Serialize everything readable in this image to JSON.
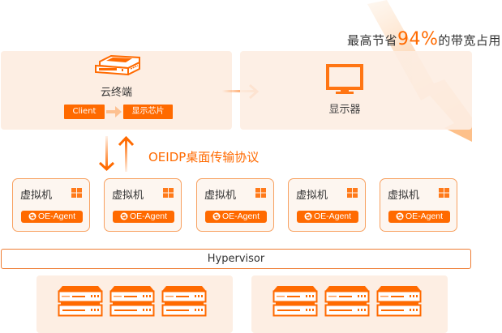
{
  "colors": {
    "accent": "#ff6a00",
    "panel_bg": "#fdeee3",
    "vm_border": "#f8a160",
    "text": "#333333"
  },
  "headline": {
    "prefix": "最高节省",
    "percent": "94%",
    "suffix": "的带宽占用"
  },
  "cloud_terminal": {
    "icon": "thin-client-device-icon",
    "label": "云终端",
    "flow": [
      {
        "label": "Client"
      },
      {
        "label": "显示芯片"
      }
    ]
  },
  "display": {
    "icon": "monitor-icon",
    "label": "显示器"
  },
  "protocol": {
    "label": "OEIDP桌面传输协议"
  },
  "vms": [
    {
      "label": "虚拟机",
      "os_icon": "windows-icon",
      "agent": "OE-Agent"
    },
    {
      "label": "虚拟机",
      "os_icon": "windows-icon",
      "agent": "OE-Agent"
    },
    {
      "label": "虚拟机",
      "os_icon": "windows-icon",
      "agent": "OE-Agent"
    },
    {
      "label": "虚拟机",
      "os_icon": "windows-icon",
      "agent": "OE-Agent"
    },
    {
      "label": "虚拟机",
      "os_icon": "windows-icon",
      "agent": "OE-Agent"
    }
  ],
  "hypervisor": {
    "label": "Hypervisor"
  },
  "server_groups": [
    {
      "servers": 3,
      "icon": "server-stack-icon"
    },
    {
      "servers": 3,
      "icon": "server-stack-icon"
    }
  ]
}
